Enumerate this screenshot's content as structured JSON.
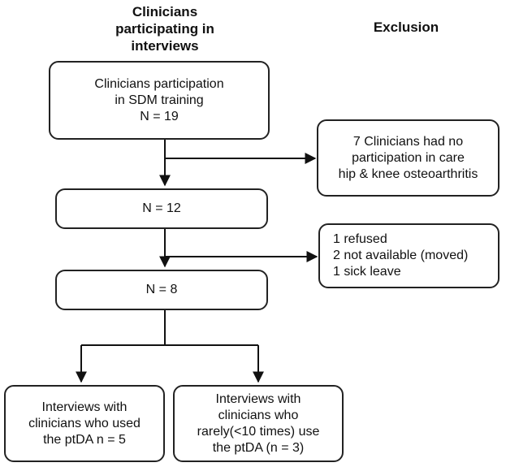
{
  "headers": {
    "left": [
      "Clinicians",
      "participating in",
      "interviews"
    ],
    "right": "Exclusion"
  },
  "boxes": {
    "start": [
      "Clinicians participation",
      "in SDM training",
      "N = 19"
    ],
    "excl1": [
      "7 Clinicians had no",
      "participation in care",
      "hip & knee osteoarthritis"
    ],
    "mid": "N = 12",
    "excl2": [
      "1 refused",
      "2 not available (moved)",
      "1 sick leave"
    ],
    "final": "N = 8",
    "used": [
      "Interviews with",
      "clinicians who used",
      "the ptDA n = 5"
    ],
    "rarely": [
      "Interviews with",
      "clinicians who",
      "rarely(<10 times) use",
      "the ptDA (n = 3)"
    ]
  }
}
